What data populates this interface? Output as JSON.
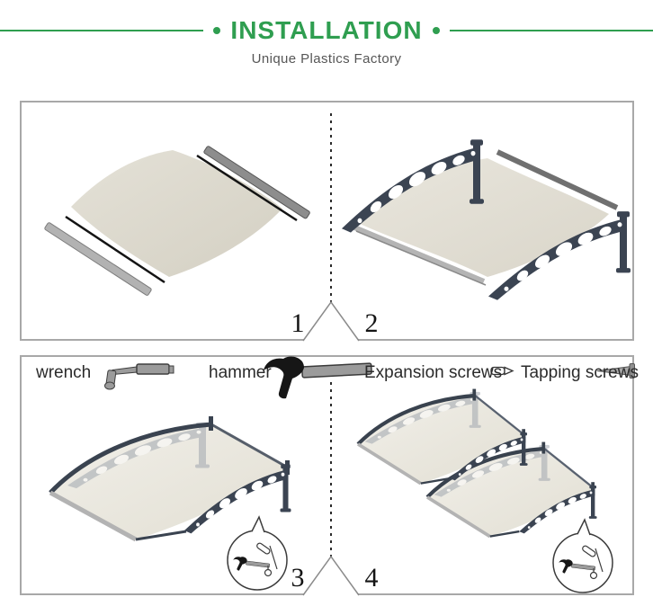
{
  "header": {
    "title": "INSTALLATION",
    "subtitle": "Unique Plastics Factory"
  },
  "steps": [
    "1",
    "2",
    "3",
    "4"
  ],
  "tools": [
    {
      "label": "wrench",
      "icon": "wrench-icon"
    },
    {
      "label": "hammer",
      "icon": "hammer-icon"
    },
    {
      "label": "Expansion screws",
      "icon": "expansion-screw-icon"
    },
    {
      "label": "Tapping screws",
      "icon": "tapping-screw-icon"
    }
  ],
  "colors": {
    "accent_green": "#2f9e50",
    "panel_border": "#a8a8a8",
    "divider_dark": "#2b2b2b",
    "sheet_beige": "#d9d5c9",
    "sheet_light": "#edebe2",
    "bracket_dark": "#3b4452",
    "bar_gray": "#8d8d8d",
    "text_dark": "#2b2b2b"
  }
}
